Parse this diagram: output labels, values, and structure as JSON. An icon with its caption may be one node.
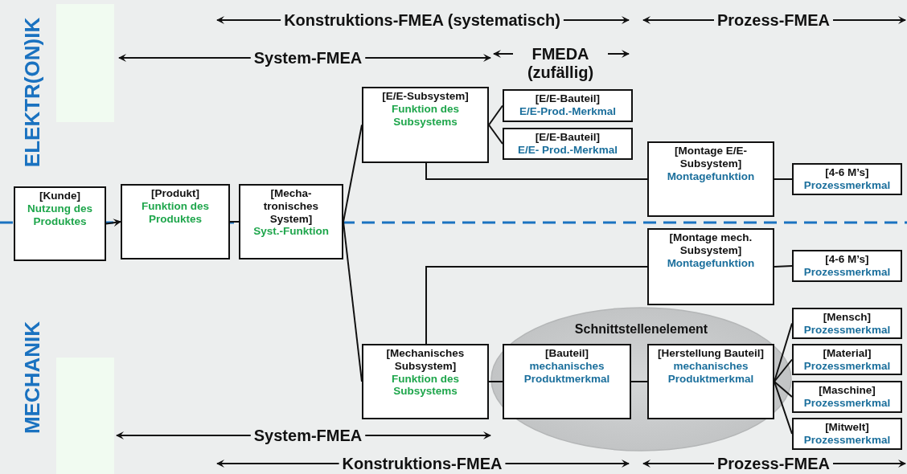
{
  "diagram": {
    "nodes": [
      {
        "text": [
          "[Kunde]",
          "Nutzung des Produktes"
        ]
      },
      {
        "text": [
          "[Produkt]",
          "Funktion des Produktes"
        ]
      },
      {
        "text": [
          "[Mecha- tronisches System]",
          "Syst.-Funktion"
        ]
      },
      {
        "text": [
          "[E/E-Subsystem]",
          "Funktion des Subsystems"
        ]
      },
      {
        "text": [
          "[E/E-Bauteil]",
          "E/E-Prod.-Merkmal"
        ]
      },
      {
        "text": [
          "[E/E-Bauteil]",
          "E/E- Prod.-Merkmal"
        ]
      },
      {
        "text": [
          "[Montage E/E-Subsystem]",
          "Montagefunktion"
        ]
      },
      {
        "text": [
          "[4-6 M’s]",
          "Prozessmerkmal"
        ]
      },
      {
        "text": [
          "[Montage mech. Subsystem]",
          "Montagefunktion"
        ]
      },
      {
        "text": [
          "[4-6 M’s]",
          "Prozessmerkmal"
        ]
      },
      {
        "text": [
          "[Mechanisches Subsystem]",
          "Funktion des Subsystems"
        ]
      },
      {
        "text": [
          "Schnittstellenelement"
        ]
      },
      {
        "text": [
          "[Bauteil]",
          "mechanisches Produktmerkmal"
        ],
        "in": 11
      },
      {
        "text": [
          "[Herstellung Bauteil]",
          "mechanisches Produktmerkmal"
        ],
        "in": 11
      },
      {
        "text": [
          "[Mensch]",
          "Prozessmerkmal"
        ]
      },
      {
        "text": [
          "[Material]",
          "Prozessmerkmal"
        ]
      },
      {
        "text": [
          "[Maschine]",
          "Prozessmerkmal"
        ]
      },
      {
        "text": [
          "[Mitwelt]",
          "Prozessmerkmal"
        ]
      }
    ],
    "edges": [
      {
        "from": 0,
        "to": 1,
        "arrow": "to"
      },
      {
        "from": 1,
        "to": 2,
        "arrow": "none"
      },
      {
        "from": 2,
        "to": 3,
        "arrow": "none"
      },
      {
        "from": 2,
        "to": 10,
        "arrow": "none"
      },
      {
        "from": 3,
        "to": 4,
        "arrow": "none"
      },
      {
        "from": 3,
        "to": 5,
        "arrow": "none"
      },
      {
        "from": 3,
        "to": 6,
        "arrow": "none"
      },
      {
        "from": 6,
        "to": 7,
        "arrow": "none"
      },
      {
        "from": 10,
        "to": 8,
        "arrow": "none"
      },
      {
        "from": 8,
        "to": 9,
        "arrow": "none"
      },
      {
        "from": 10,
        "to": 12,
        "arrow": "none"
      },
      {
        "from": 12,
        "to": 13,
        "arrow": "none"
      },
      {
        "from": 13,
        "to": 14,
        "arrow": "none"
      },
      {
        "from": 13,
        "to": 15,
        "arrow": "none"
      },
      {
        "from": 13,
        "to": 16,
        "arrow": "none"
      },
      {
        "from": 13,
        "to": 17,
        "arrow": "none"
      }
    ],
    "labels": [
      "ELEKTR(ON)IK",
      "Konstruktions-FMEA (systematisch)",
      "Prozess-FMEA",
      "System-FMEA",
      "FMEDA (zufällig)",
      "MECHANIK",
      "System-FMEA",
      "Konstruktions-FMEA",
      "Prozess-FMEA"
    ]
  }
}
